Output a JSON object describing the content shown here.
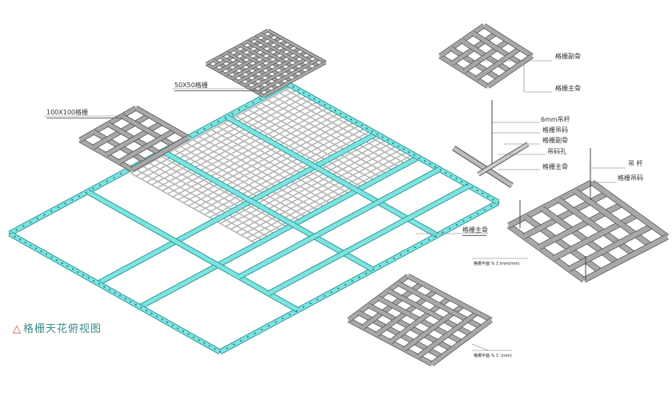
{
  "title": {
    "icon": "warning-triangle-icon",
    "text": "格栅天花俯视图"
  },
  "labels": {
    "grid_50": "50X50格栅",
    "grid_100": "100X100格栅",
    "main_keel": "格栅主骨",
    "top_secondary": "格栅副骨",
    "top_main": "格栅主骨",
    "rod_6mm": "6mm吊杆",
    "hanger_clip": "格栅吊码",
    "secondary_keel": "格栅副骨",
    "hanger_hole": "吊码孔",
    "main_keel_2": "格栅主骨",
    "rod": "吊 杆",
    "hanger_clip_2": "格栅吊码"
  },
  "captions": {
    "right": "格栅平面 % 1'/mm(mm)",
    "bottom": "格栅平面 % 1' (mm)"
  },
  "colors": {
    "frame": "#7fe3e0",
    "frame_edge": "#2a9c9a",
    "grid": "#a8a8a8",
    "grid_edge": "#555555"
  }
}
